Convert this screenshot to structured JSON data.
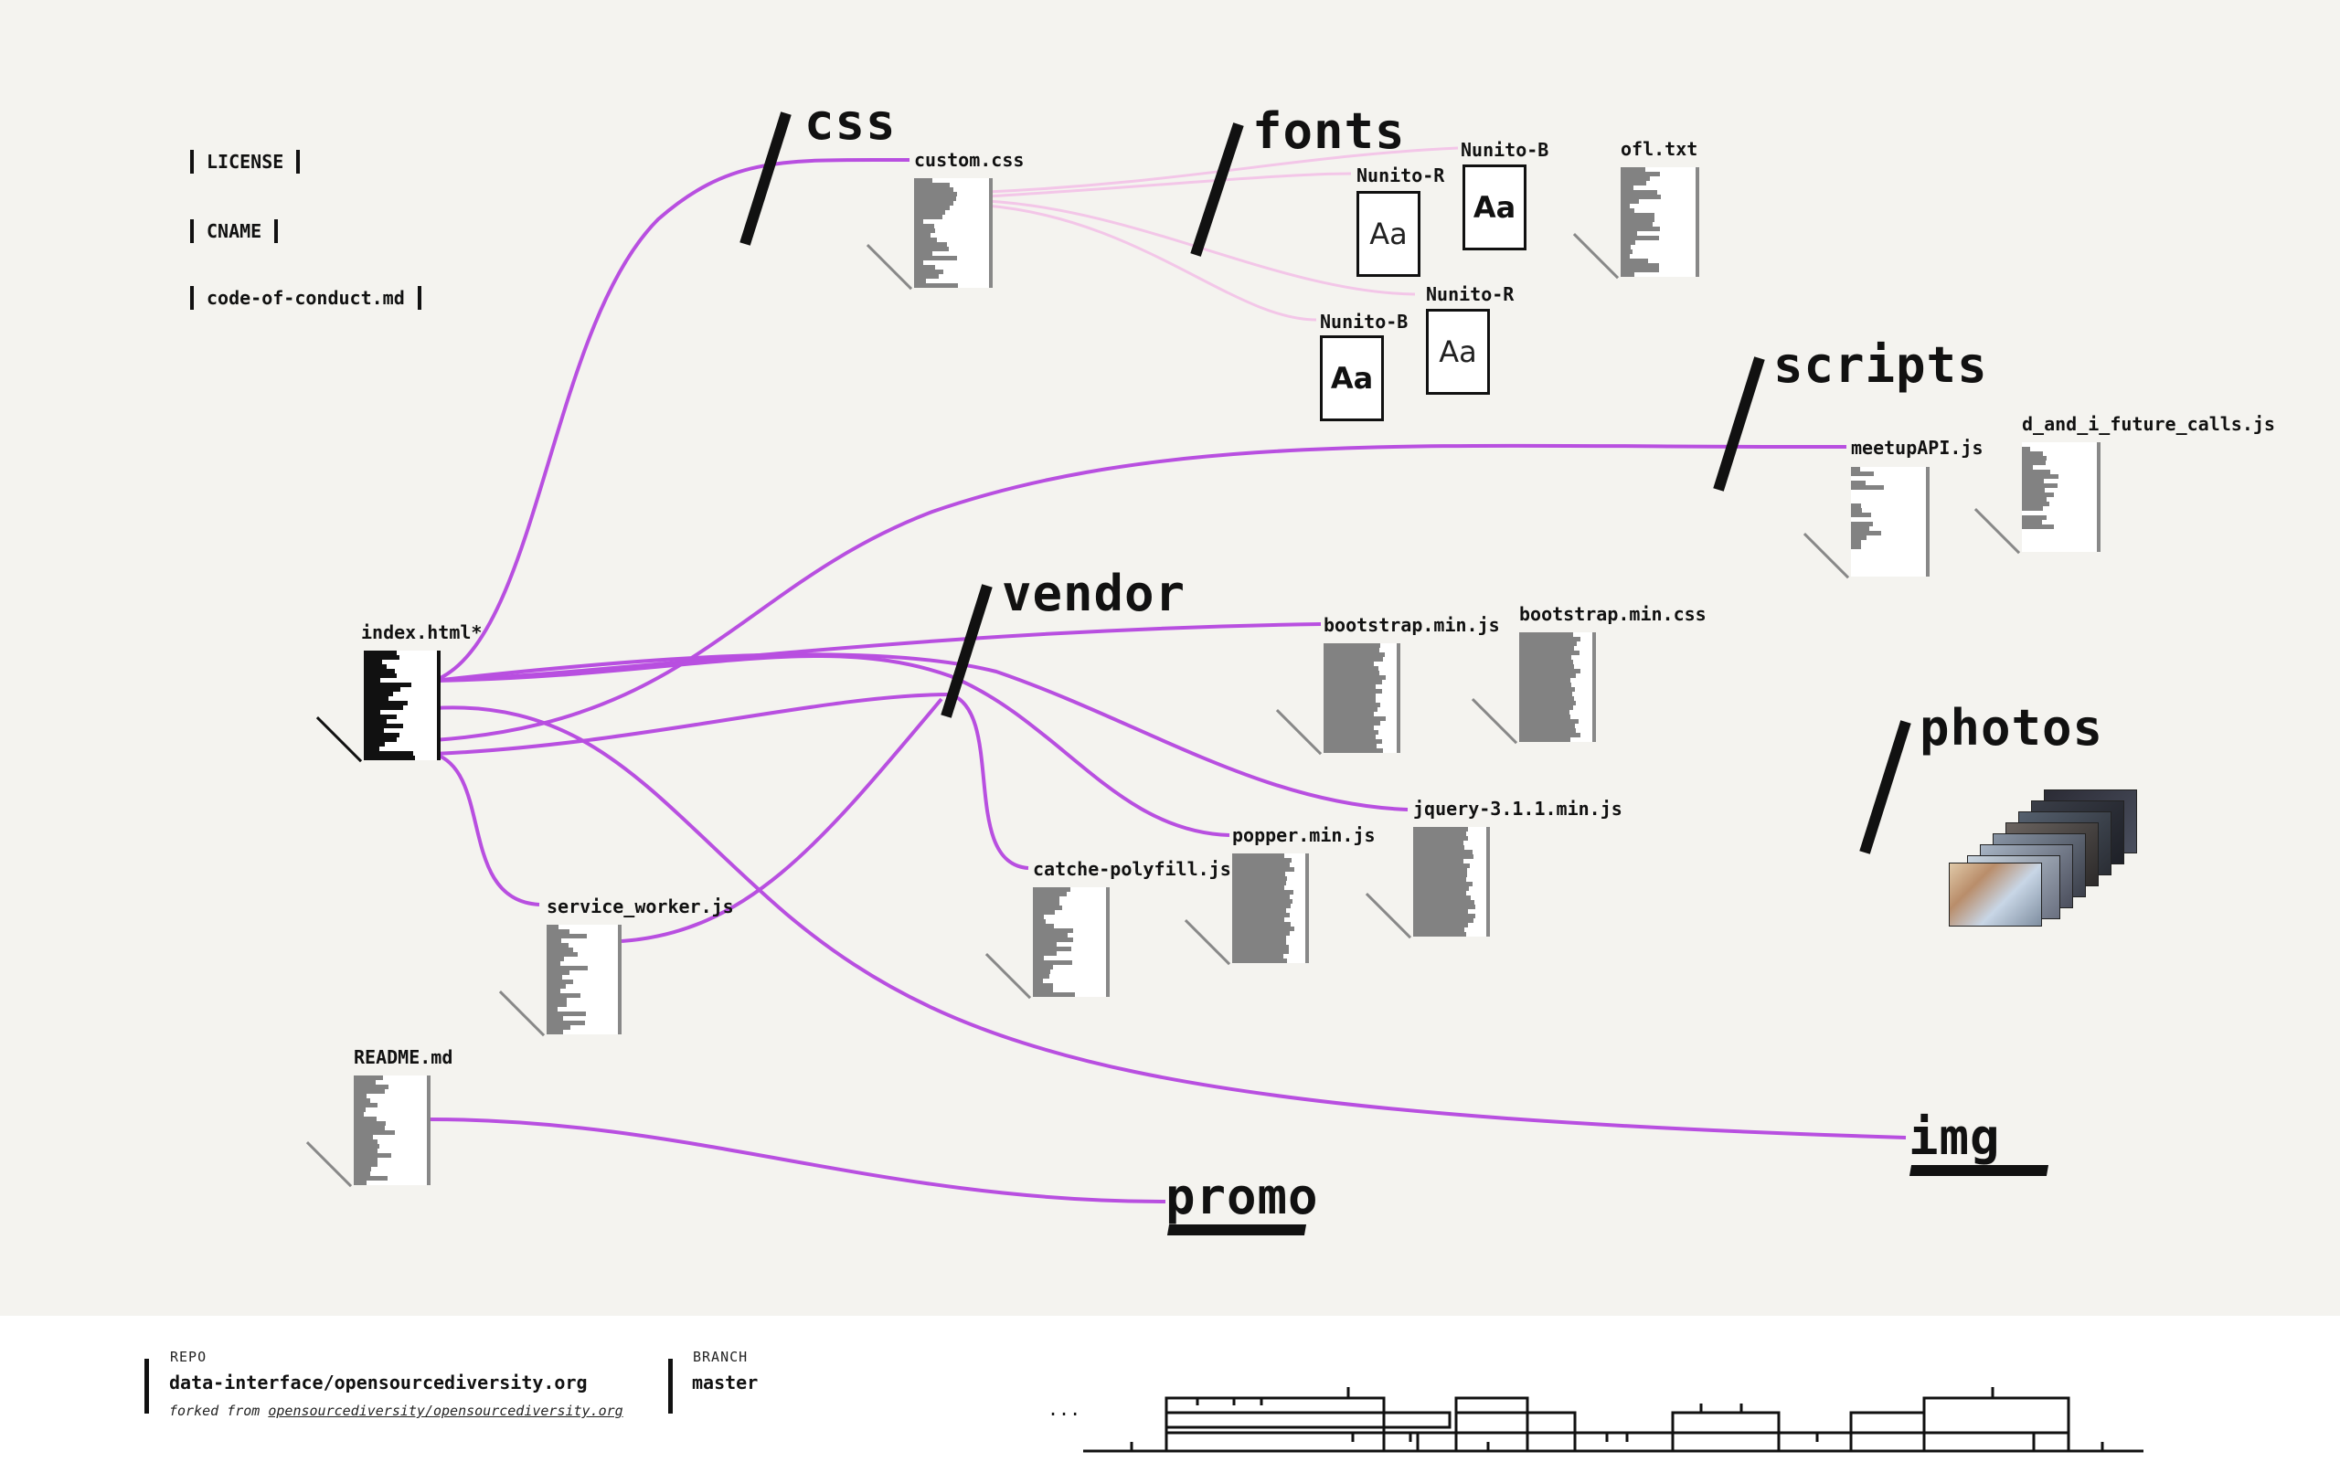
{
  "root_files": {
    "license": "LICENSE",
    "cname": "CNAME",
    "code_of_conduct": "code-of-conduct.md",
    "index": "index.html*",
    "service_worker": "service_worker.js",
    "readme": "README.md"
  },
  "folders": {
    "css": "css",
    "fonts": "fonts",
    "scripts": "scripts",
    "vendor": "vendor",
    "photos": "photos",
    "img": "img",
    "promo": "promo"
  },
  "files": {
    "custom_css": "custom.css",
    "nunito_b_1": "Nunito-B",
    "nunito_r_1": "Nunito-R",
    "nunito_b_2": "Nunito-B",
    "nunito_r_2": "Nunito-R",
    "ofl": "ofl.txt",
    "meetup": "meetupAPI.js",
    "future_calls": "d_and_i_future_calls.js",
    "bootstrap_js": "bootstrap.min.js",
    "bootstrap_css": "bootstrap.min.css",
    "jquery": "jquery-3.1.1.min.js",
    "popper": "popper.min.js",
    "polyfill": "catche-polyfill.js"
  },
  "font_glyph": "Aa",
  "footer": {
    "repo_label": "REPO",
    "repo_value": "data-interface/opensourcediversity.org",
    "forked_prefix": "forked from",
    "forked_link": "opensourcediversity/opensourcediversity.org",
    "branch_label": "BRANCH",
    "branch_value": "master",
    "timeline_ellipsis": "..."
  },
  "colors": {
    "link": "#b84fe0",
    "link_faint": "#f3c6e8",
    "background": "#f4f3ef",
    "ink": "#111111",
    "doc_gray": "#828282"
  }
}
